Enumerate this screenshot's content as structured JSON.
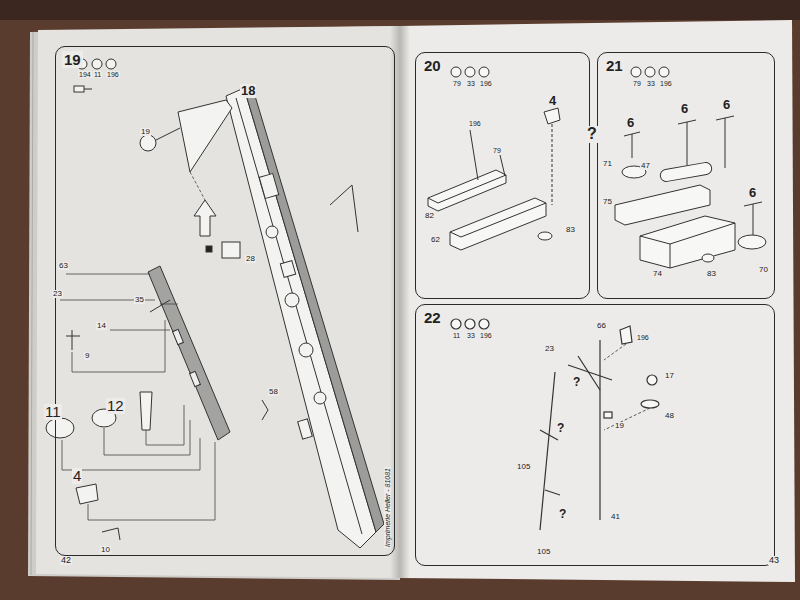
{
  "diagram": {
    "nodes": [
      {
        "text": [
          "19"
        ]
      },
      {
        "text": [
          "20"
        ]
      },
      {
        "text": [
          "21"
        ]
      },
      {
        "text": [
          "22"
        ]
      }
    ],
    "labels": [
      "194",
      "11",
      "196",
      "18",
      "19",
      "63",
      "23",
      "14",
      "35",
      "9",
      "28",
      "11",
      "12",
      "4",
      "10",
      "58",
      "79",
      "33",
      "196",
      "4",
      "196",
      "79",
      "82",
      "62",
      "83",
      "?",
      "79",
      "33",
      "196",
      "6",
      "6",
      "6",
      "6",
      "71",
      "47",
      "75",
      "74",
      "83",
      "70",
      "11",
      "33",
      "196",
      "66",
      "196",
      "23",
      "?",
      "17",
      "48",
      "19",
      "?",
      "105",
      "?",
      "41",
      "105",
      "42",
      "43",
      "Imprimerie Heller - 81081"
    ]
  }
}
